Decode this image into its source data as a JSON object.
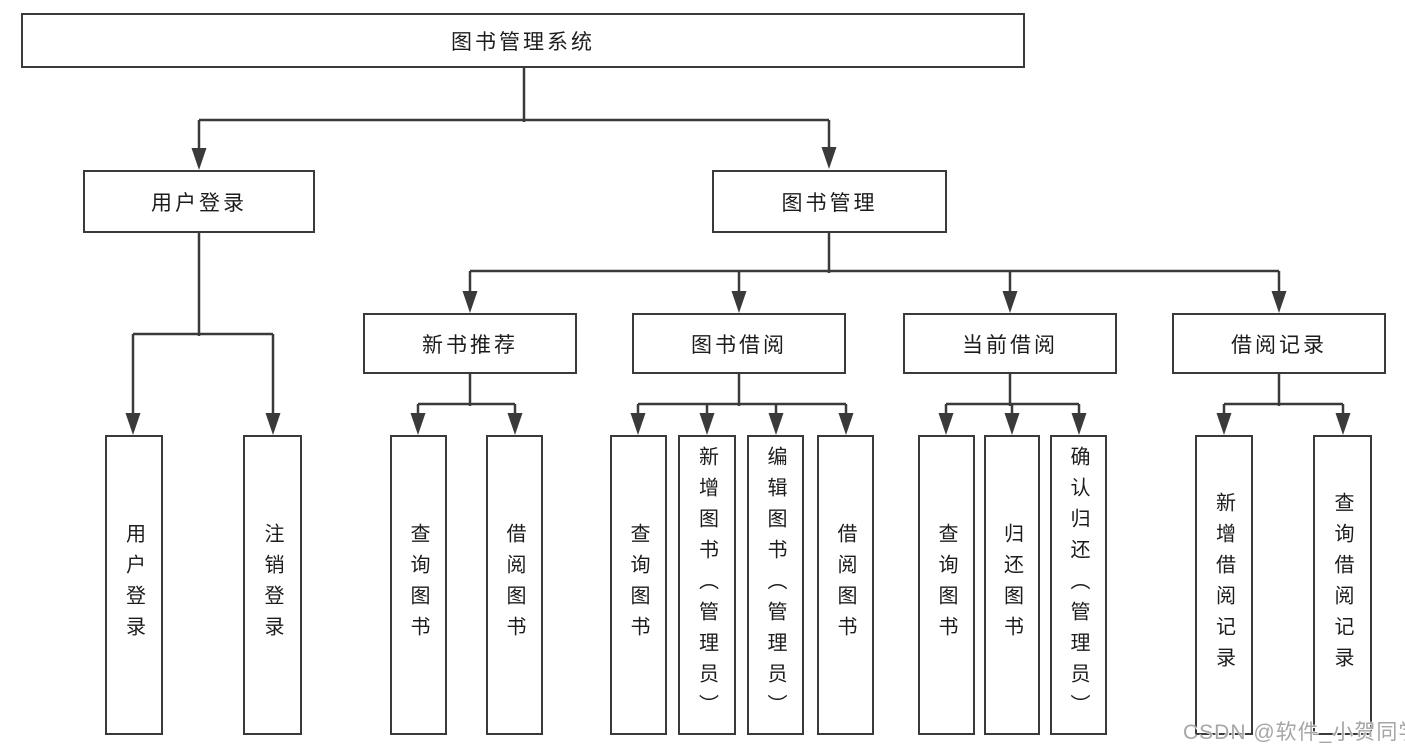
{
  "tree": {
    "label": "图书管理系统",
    "children": [
      {
        "label": "用户登录",
        "children": [
          {
            "label": "用户登录"
          },
          {
            "label": "注销登录"
          }
        ]
      },
      {
        "label": "图书管理",
        "children": [
          {
            "label": "新书推荐",
            "children": [
              {
                "label": "查询图书"
              },
              {
                "label": "借阅图书"
              }
            ]
          },
          {
            "label": "图书借阅",
            "children": [
              {
                "label": "查询图书"
              },
              {
                "label": "新增图书（管理员）"
              },
              {
                "label": "编辑图书（管理员）"
              },
              {
                "label": "借阅图书"
              }
            ]
          },
          {
            "label": "当前借阅",
            "children": [
              {
                "label": "查询图书"
              },
              {
                "label": "归还图书"
              },
              {
                "label": "确认归还（管理员）"
              }
            ]
          },
          {
            "label": "借阅记录",
            "children": [
              {
                "label": "新增借阅记录"
              },
              {
                "label": "查询借阅记录"
              }
            ]
          }
        ]
      }
    ]
  },
  "watermark": {
    "text": "CSDN @软件_小贺同学"
  },
  "colors": {
    "line": "#3a3a3a",
    "box_border": "#3a3a3a",
    "text": "#1c1c1c",
    "background": "#ffffff",
    "watermark": "#a6a6a6"
  }
}
